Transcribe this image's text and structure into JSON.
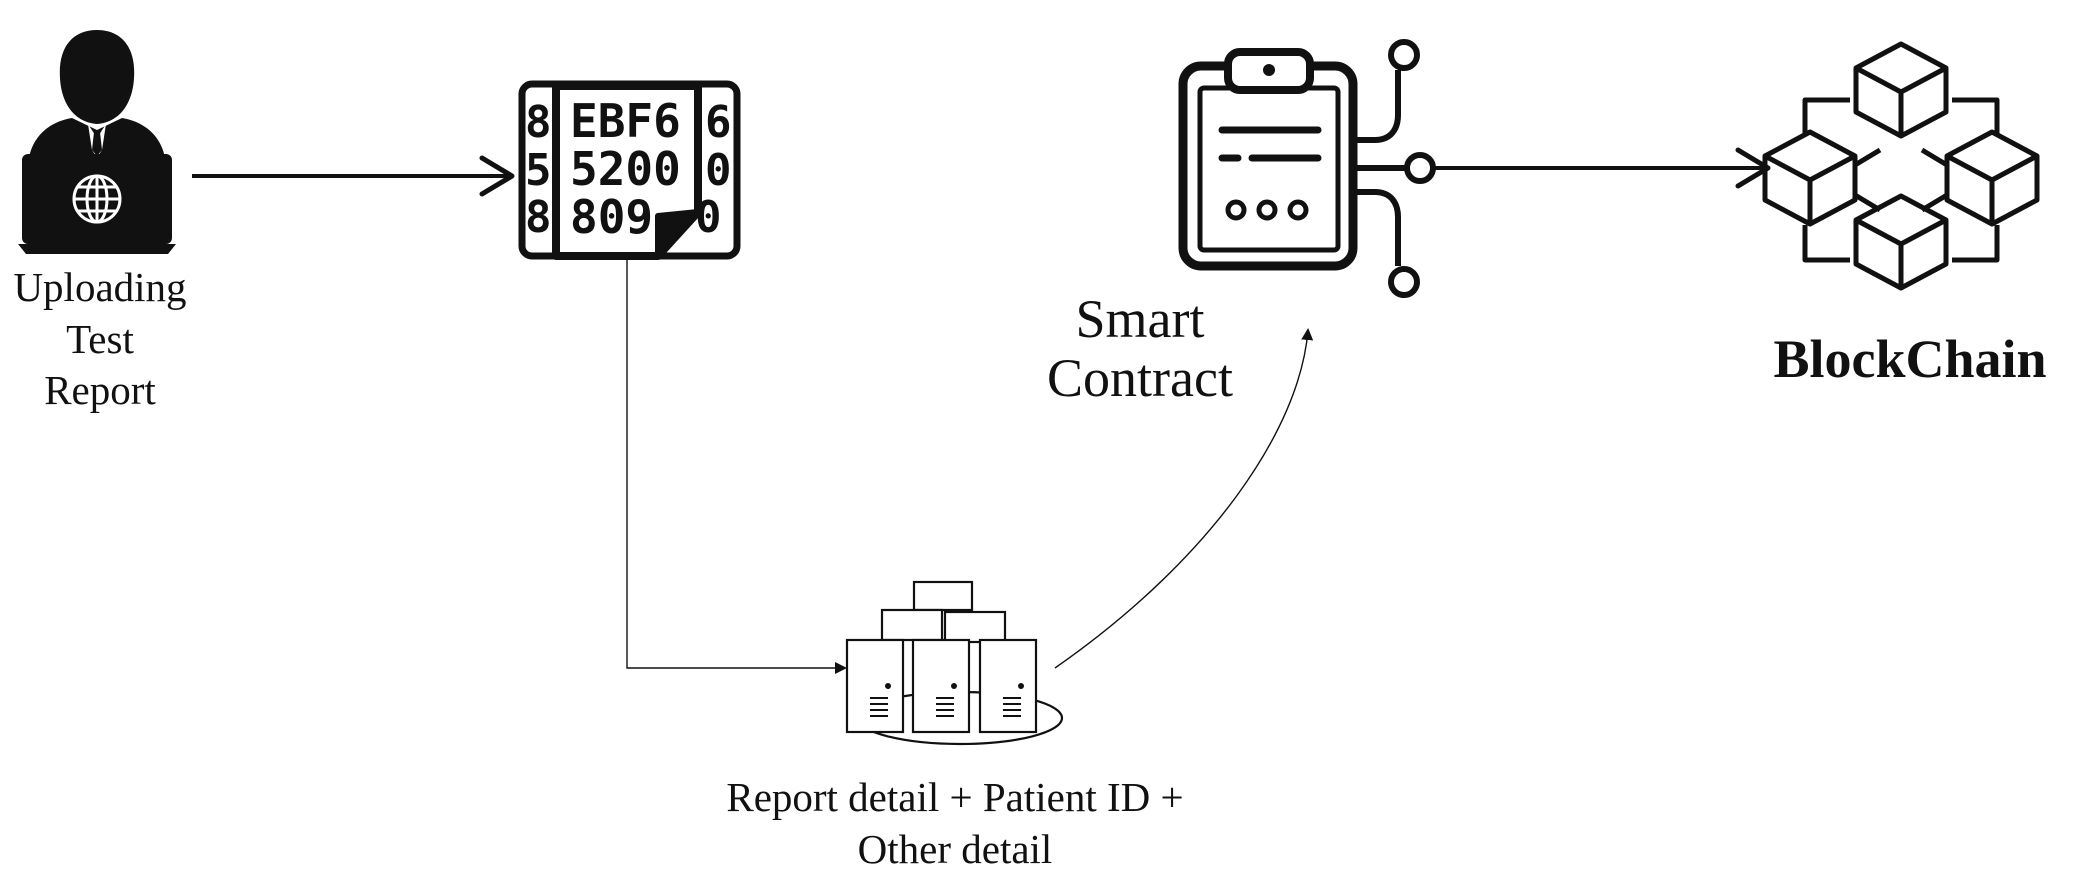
{
  "nodes": {
    "uploader": {
      "label": "Uploading\nTest\nReport",
      "icon": "user-laptop-icon"
    },
    "hash": {
      "icon": "hash-document-icon",
      "lines": [
        "EBF6",
        "5200",
        "809"
      ]
    },
    "smart_contract": {
      "label": "Smart\nContract",
      "icon": "clipboard-contract-icon"
    },
    "blockchain": {
      "label": "BlockChain",
      "icon": "blockchain-cubes-icon"
    },
    "storage": {
      "label": "Report detail + Patient ID +\nOther detail",
      "icon": "server-cluster-icon"
    }
  },
  "colors": {
    "stroke": "#111111",
    "background": "#ffffff"
  }
}
